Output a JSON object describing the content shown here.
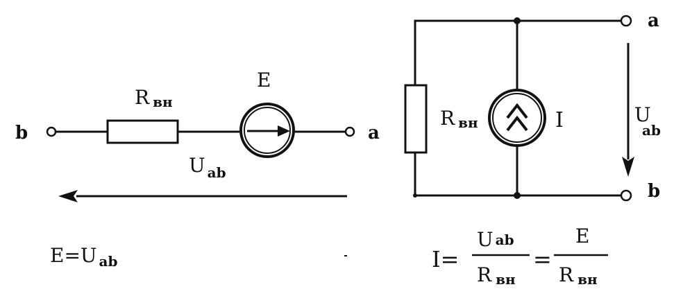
{
  "left_circuit": {
    "terminal_left": "b",
    "terminal_right": "a",
    "resistor_label": "R",
    "resistor_sub": "вн",
    "source_label": "E",
    "voltage_label": "U",
    "voltage_sub": "ab",
    "equation_lhs": "E=U",
    "equation_sub": "ab"
  },
  "right_circuit": {
    "terminal_top": "a",
    "terminal_bottom": "b",
    "resistor_label": "R",
    "resistor_sub": "вн",
    "source_label": "I",
    "voltage_label": "U",
    "voltage_sub": "ab"
  },
  "formula": {
    "lhs": "I=",
    "num1": "U",
    "num1_sub": "ab",
    "den1": "R",
    "den1_sub": "вн",
    "equals": "=",
    "num2": "E",
    "den2": "R",
    "den2_sub": "вн"
  }
}
